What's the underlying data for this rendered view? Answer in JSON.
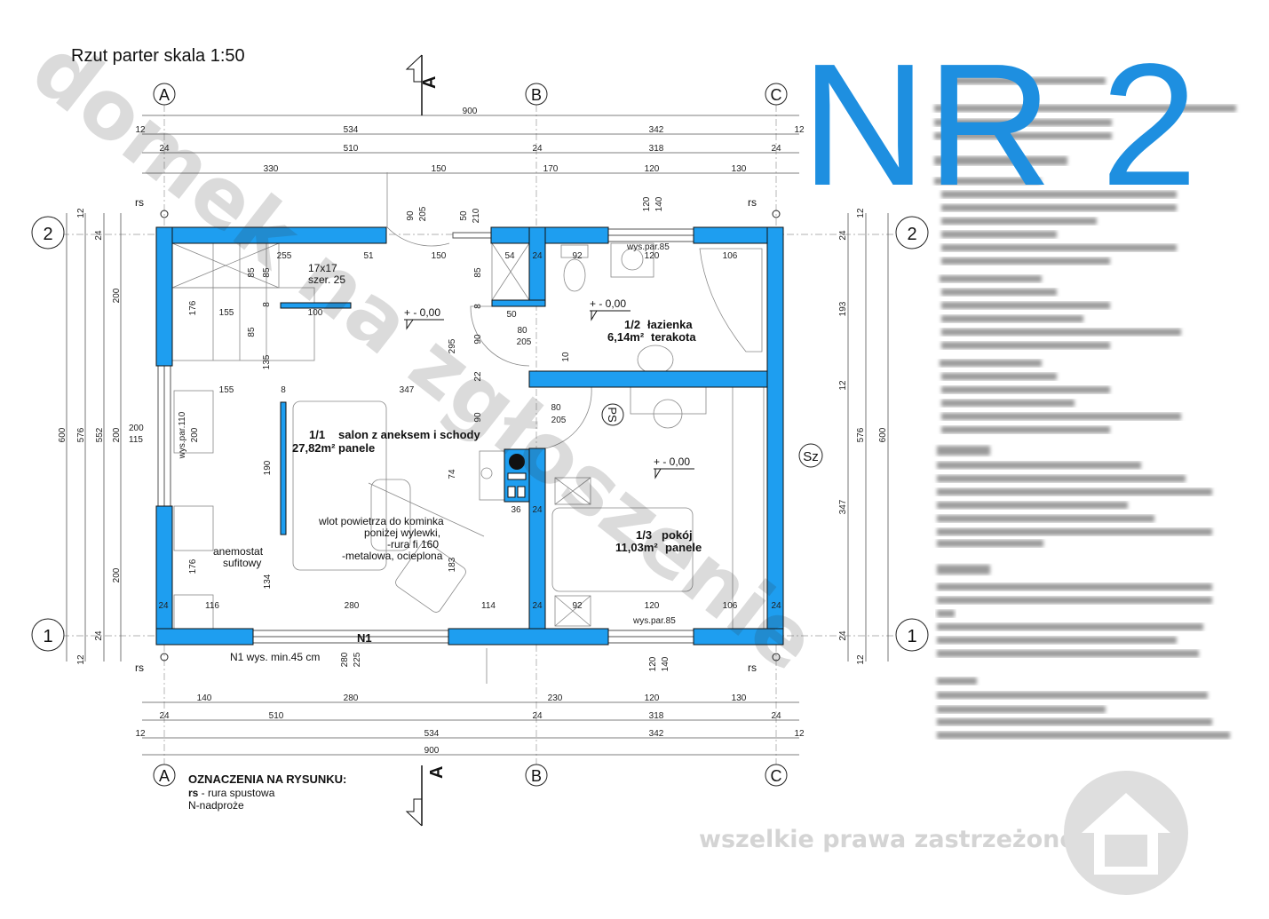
{
  "title": "Rzut parter skala 1:50",
  "badge": {
    "text": "NR 2",
    "color": "#1e8fe0"
  },
  "watermark": {
    "text": "domek na zgłoszenie",
    "rights": "wszelkie prawa zastrzeżone"
  },
  "wall_color": "#1e9ef0",
  "axes": {
    "A": "A",
    "B": "B",
    "C": "C",
    "row1": "1",
    "row2": "2",
    "section": "A",
    "sz": "Sz",
    "ps": "PS"
  },
  "dims_top": [
    "900",
    "534",
    "342",
    "12",
    "12",
    "510",
    "318",
    "24",
    "24",
    "24",
    "330",
    "150",
    "170",
    "120",
    "130"
  ],
  "dims_bottom": [
    "140",
    "280",
    "230",
    "120",
    "130",
    "510",
    "318",
    "24",
    "24",
    "24",
    "534",
    "342",
    "12",
    "12",
    "900"
  ],
  "dims_left": [
    "12",
    "24",
    "200",
    "600",
    "576",
    "552",
    "200",
    "115",
    "200",
    "200",
    "24",
    "12"
  ],
  "dims_right": [
    "12",
    "24",
    "193",
    "12",
    "347",
    "576",
    "600",
    "24",
    "12"
  ],
  "dims_inner": [
    "255",
    "51",
    "150",
    "85",
    "85",
    "17x17",
    "szer. 25",
    "8",
    "176",
    "155",
    "100",
    "85",
    "135",
    "155",
    "8",
    "347",
    "54",
    "24",
    "92",
    "120",
    "106",
    "85",
    "8",
    "50",
    "80",
    "205",
    "90",
    "295",
    "22",
    "10",
    "80",
    "205",
    "90",
    "74",
    "36",
    "24",
    "190",
    "134",
    "176",
    "183",
    "24",
    "116",
    "280",
    "114",
    "24",
    "92",
    "120",
    "106",
    "24",
    "90",
    "205",
    "50",
    "210",
    "120",
    "140",
    "280",
    "225",
    "120",
    "140",
    "wys.par.110",
    "200"
  ],
  "levels": [
    "+ - 0,00",
    "+ - 0,00",
    "+ - 0,00"
  ],
  "rooms": [
    {
      "num": "1/1",
      "area": "27,82m²",
      "name": "salon z aneksem i schody",
      "floor": "panele"
    },
    {
      "num": "1/2",
      "area": "6,14m²",
      "name": "łazienka",
      "floor": "terakota"
    },
    {
      "num": "1/3",
      "area": "11,03m²",
      "name": "pokój",
      "floor": "panele"
    }
  ],
  "notes": {
    "wys_par_top": "wys.par.85",
    "wys_par_bottom": "wys.par.85",
    "anemostat": [
      "anemostat",
      "sufitowy"
    ],
    "kominek": [
      "wlot powietrza do kominka",
      "poniżej wylewki,",
      "-rura fi 160",
      "-metalowa, ocieplona"
    ],
    "n1": "N1",
    "n1_note": "N1 wys. min.45 cm",
    "rs": "rs"
  },
  "legend": {
    "heading": "OZNACZENIA NA RYSUNKU:",
    "rs_key": "rs",
    "rs_desc": " - rura spustowa",
    "n_desc": "N-nadproże"
  }
}
